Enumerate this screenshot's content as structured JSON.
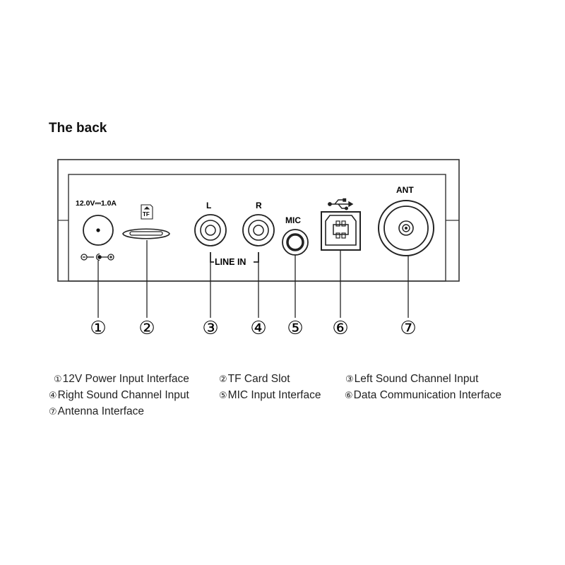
{
  "title": "The back",
  "labels": {
    "power": "12.0V⎓1.0A",
    "tf": "TF",
    "left": "L",
    "right": "R",
    "line_in": "LINE IN",
    "mic": "MIC",
    "ant": "ANT"
  },
  "callouts": [
    "①",
    "②",
    "③",
    "④",
    "⑤",
    "⑥",
    "⑦"
  ],
  "legend": [
    {
      "num": "①",
      "text": "12V Power Input Interface"
    },
    {
      "num": "②",
      "text": "TF Card Slot"
    },
    {
      "num": "③",
      "text": "Left Sound Channel Input"
    },
    {
      "num": "④",
      "text": "Right Sound Channel Input"
    },
    {
      "num": "⑤",
      "text": "MIC Input Interface"
    },
    {
      "num": "⑥",
      "text": "Data Communication Interface"
    },
    {
      "num": "⑦",
      "text": "Antenna Interface"
    }
  ],
  "icons": [
    "usb-icon",
    "polarity-icon",
    "sd-card-icon"
  ]
}
